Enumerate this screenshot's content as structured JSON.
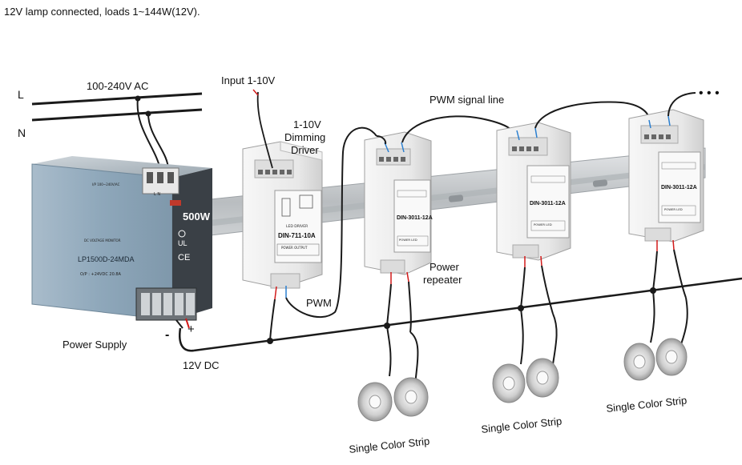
{
  "header": {
    "caption": "12V lamp connected, loads 1~144W(12V)."
  },
  "labels": {
    "mains_L": "L",
    "mains_N": "N",
    "mains_voltage": "100-240V  AC",
    "input": "Input 1-10V",
    "pwm_signal": "PWM signal line",
    "dimming_driver": [
      "1-10V",
      "Dimming",
      "Driver"
    ],
    "pwm": "PWM",
    "power_repeater": [
      "Power",
      "repeater"
    ],
    "power_supply": "Power Supply",
    "dc": "12V DC",
    "minus": "-",
    "plus": "+",
    "strip1": "Single Color Strip",
    "strip2": "Single Color Strip",
    "strip3": "Single Color Strip",
    "ellipsis": "• • •"
  },
  "psu": {
    "wattage": "500W",
    "model": "LP1500D-24MDA",
    "brand_text": "DC VOLTAGE MONITOR",
    "output_text": "O/P : +24VDC  20.8A",
    "input_text": "I/P 100~240V/AC",
    "terminal_text": "L  N"
  },
  "driver": {
    "model": "DIN-711-10A",
    "sub": "LED DRIVER",
    "table": "POWER  OUTPUT"
  },
  "modules": [
    {
      "model": "DIN-3011-12A",
      "table": "POWER  LED"
    },
    {
      "model": "DIN-3011-12A",
      "table": "POWER  LED"
    },
    {
      "model": "DIN-3011-12A",
      "table": "POWER  LED"
    }
  ],
  "colors": {
    "wire": "#1a1a1a",
    "rail": "#c9ccce",
    "psu_body": "#8fa6b8",
    "module": "#eeeeee",
    "red_wire": "#d21a1a",
    "blue_wire": "#2a7fd0"
  }
}
